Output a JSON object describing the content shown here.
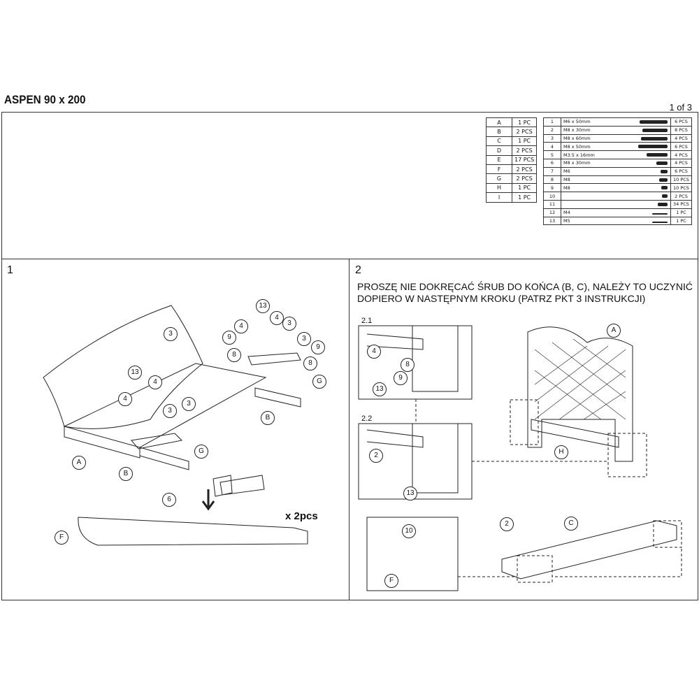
{
  "header": {
    "title": "ASPEN 90 x 200",
    "page": "1 of 3"
  },
  "parts": [
    [
      "A",
      "1 PC"
    ],
    [
      "B",
      "2 PCS"
    ],
    [
      "C",
      "1 PC"
    ],
    [
      "D",
      "2 PCS"
    ],
    [
      "E",
      "17 PCS"
    ],
    [
      "F",
      "2 PCS"
    ],
    [
      "G",
      "2 PCS"
    ],
    [
      "H",
      "1 PC"
    ],
    [
      "I",
      "1 PC"
    ]
  ],
  "hardware": [
    {
      "n": "1",
      "spec": "M6 x 50mm",
      "qty": "6 PCS",
      "icon": "bolt-icon"
    },
    {
      "n": "2",
      "spec": "M8 x 30mm",
      "qty": "8 PCS",
      "icon": "bolt-icon"
    },
    {
      "n": "3",
      "spec": "M8 x 60mm",
      "qty": "4 PCS",
      "icon": "bolt-icon"
    },
    {
      "n": "4",
      "spec": "M8 x 50mm",
      "qty": "6 PCS",
      "icon": "bolt-icon"
    },
    {
      "n": "5",
      "spec": "M3.5 x 16mm",
      "qty": "4 PCS",
      "icon": "screw-icon"
    },
    {
      "n": "6",
      "spec": "M8 x 30mm",
      "qty": "4 PCS",
      "icon": "dowel-icon"
    },
    {
      "n": "7",
      "spec": "M6",
      "qty": "6 PCS",
      "icon": "washer-icon"
    },
    {
      "n": "8",
      "spec": "M8",
      "qty": "10 PCS",
      "icon": "washer-icon"
    },
    {
      "n": "9",
      "spec": "M8",
      "qty": "10 PCS",
      "icon": "spring-washer-icon"
    },
    {
      "n": "10",
      "spec": "",
      "qty": "2 PCS",
      "icon": "cap-icon"
    },
    {
      "n": "11",
      "spec": "",
      "qty": "34 PCS",
      "icon": "slat-holder-icon"
    },
    {
      "n": "12",
      "spec": "M4",
      "qty": "1 PC",
      "icon": "allen-key-icon"
    },
    {
      "n": "13",
      "spec": "M5",
      "qty": "1 PC",
      "icon": "allen-key-icon"
    }
  ],
  "step1": {
    "number": "1",
    "multiplier": "x 2pcs",
    "callouts": [
      "13",
      "4",
      "3",
      "4",
      "3",
      "9",
      "8",
      "3",
      "9",
      "8",
      "G",
      "B",
      "13",
      "4",
      "4",
      "3",
      "3",
      "G",
      "A",
      "B",
      "6",
      "F"
    ]
  },
  "step2": {
    "number": "2",
    "note": "PROSZĘ NIE DOKRĘCAĆ ŚRUB DO KOŃCA (B, C), NALEŻY TO UCZYNIĆ DOPIERO W NASTĘPNYM KROKU (PATRZ PKT 3 INSTRUKCJI)",
    "sub1": "2.1",
    "sub2": "2.2",
    "callouts": [
      "4",
      "8",
      "9",
      "13",
      "2",
      "13",
      "A",
      "H",
      "10",
      "F",
      "2",
      "C"
    ]
  }
}
